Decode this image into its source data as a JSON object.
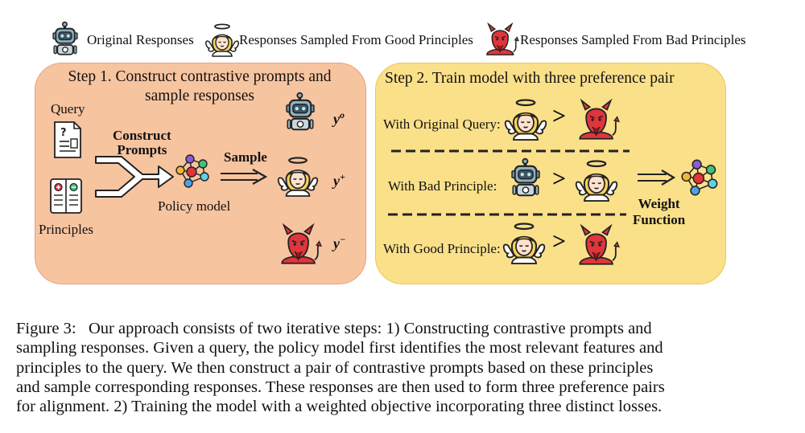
{
  "legend": {
    "original": "Original Responses",
    "good": "Responses Sampled From Good Principles",
    "bad": "Responses Sampled From Bad Principles"
  },
  "step1": {
    "title_line1": "Step 1. Construct contrastive prompts and",
    "title_line2": "sample responses",
    "query_label": "Query",
    "principles_label": "Principles",
    "construct_line1": "Construct",
    "construct_line2": "Prompts",
    "sample_label": "Sample",
    "policy_label": "Policy model",
    "y_original": "y",
    "y_original_sup": "o",
    "y_good": "y",
    "y_good_sup": "+",
    "y_bad": "y",
    "y_bad_sup": "−"
  },
  "step2": {
    "title": "Step 2. Train model with three preference pair",
    "row1_label": "With Original Query:",
    "row2_label": "With Bad Principle:",
    "row3_label": "With Good Principle:",
    "gt": ">",
    "weight_line1": "Weight",
    "weight_line2": "Function"
  },
  "caption": {
    "line1": "Figure 3:   Our approach consists of two iterative steps: 1) Constructing contrastive prompts and",
    "line2": "sampling responses. Given a query, the policy model first identifies the most relevant features and",
    "line3": "principles to the query. We then construct a pair of contrastive prompts based on these principles",
    "line4": "and sample corresponding responses. These responses are then used to form three preference pairs",
    "line5": "for alignment. 2) Training the model with a weighted objective incorporating three distinct losses."
  },
  "colors": {
    "step1_bg": "#f7c4a0",
    "step2_bg": "#fbe08a",
    "devil": "#e0353b",
    "angel_hair": "#f6d35c",
    "robot": "#6f8fa3"
  }
}
